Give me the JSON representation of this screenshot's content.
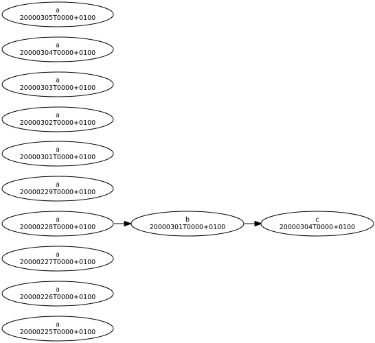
{
  "nodes": [
    {
      "id": "a_20000305",
      "name": "a",
      "date": "20000305T0000+0100"
    },
    {
      "id": "a_20000304",
      "name": "a",
      "date": "20000304T0000+0100"
    },
    {
      "id": "a_20000303",
      "name": "a",
      "date": "20000303T0000+0100"
    },
    {
      "id": "a_20000302",
      "name": "a",
      "date": "20000302T0000+0100"
    },
    {
      "id": "a_20000301",
      "name": "a",
      "date": "20000301T0000+0100"
    },
    {
      "id": "a_20000229",
      "name": "a",
      "date": "20000229T0000+0100"
    },
    {
      "id": "a_20000228",
      "name": "a",
      "date": "20000228T0000+0100"
    },
    {
      "id": "a_20000227",
      "name": "a",
      "date": "20000227T0000+0100"
    },
    {
      "id": "a_20000226",
      "name": "a",
      "date": "20000226T0000+0100"
    },
    {
      "id": "a_20000225",
      "name": "a",
      "date": "20000225T0000+0100"
    },
    {
      "id": "b_20000301",
      "name": "b",
      "date": "20000301T0000+0100"
    },
    {
      "id": "c_20000304",
      "name": "c",
      "date": "20000304T0000+0100"
    }
  ],
  "edges": [
    {
      "from": "a_20000228",
      "to": "b_20000301"
    },
    {
      "from": "b_20000301",
      "to": "c_20000304"
    }
  ]
}
